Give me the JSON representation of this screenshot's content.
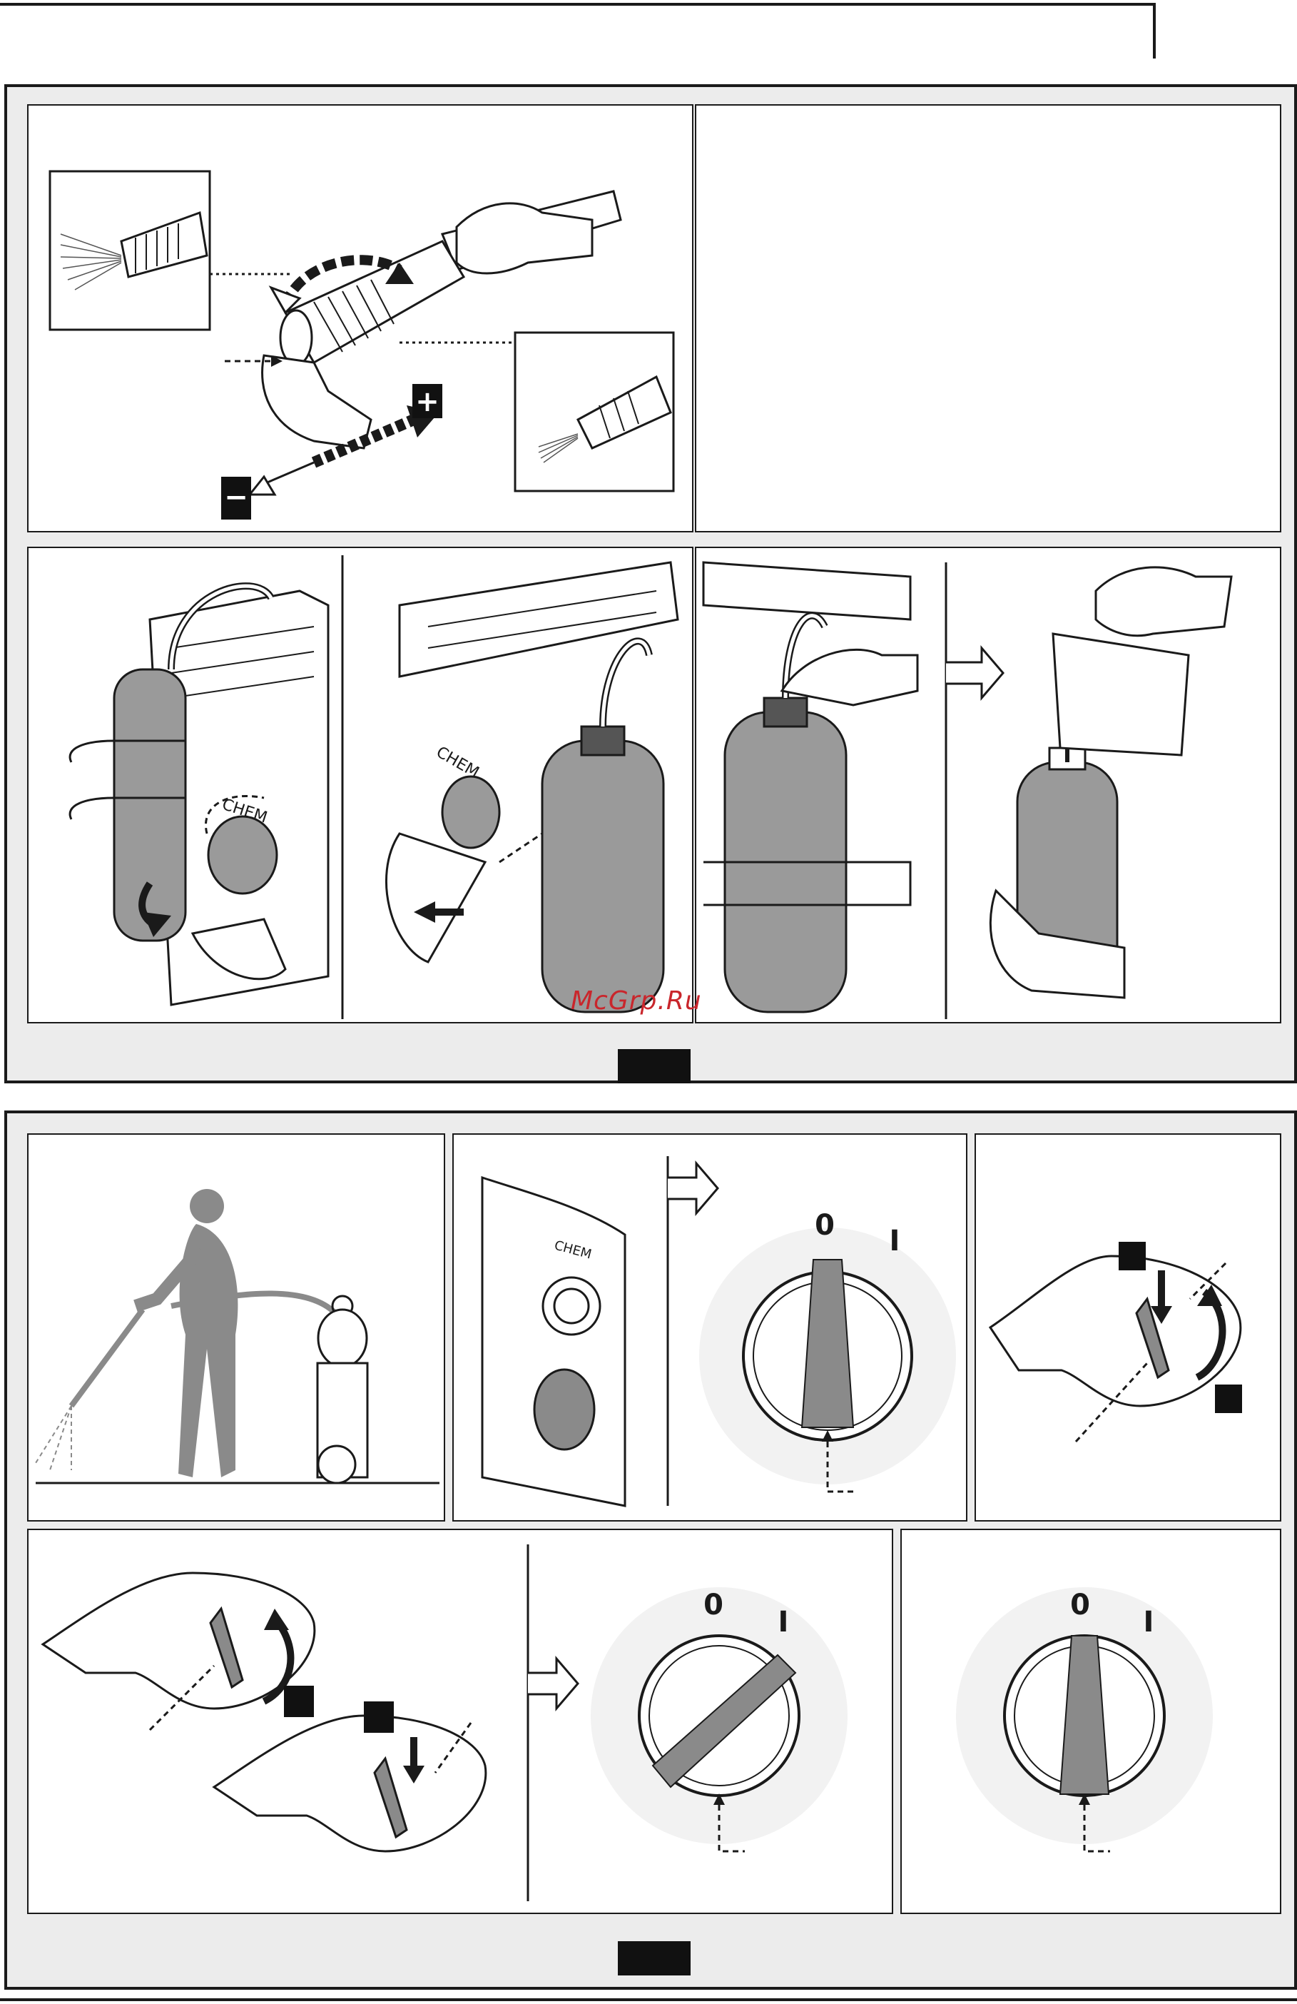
{
  "page": {
    "watermark_text": "McGrp.Ru"
  },
  "figure_1": {
    "panel_a": {
      "plus_symbol": "+",
      "minus_symbol": "−"
    },
    "panel_c": {
      "label": "CHEM"
    },
    "panel_d": {
      "label": "CHEM"
    }
  },
  "figure_2": {
    "panel_b": {
      "label": "CHEM",
      "dial_mark_off": "0",
      "dial_mark_on": "I"
    },
    "panel_e": {
      "dial_mark_off": "0",
      "dial_mark_on": "I"
    },
    "panel_f": {
      "dial_mark_off": "0",
      "dial_mark_on": "I"
    }
  },
  "colors": {
    "line": "#1a1a1a",
    "fill_gray": "#9a9a9a",
    "sheet_bg": "#ececec",
    "watermark": "#c9262c"
  },
  "icons": [
    "rotate-arrow-icon",
    "plus-icon",
    "minus-icon",
    "chevron-right-icon",
    "pointer-arrow-icon",
    "push-arrow-icon"
  ]
}
